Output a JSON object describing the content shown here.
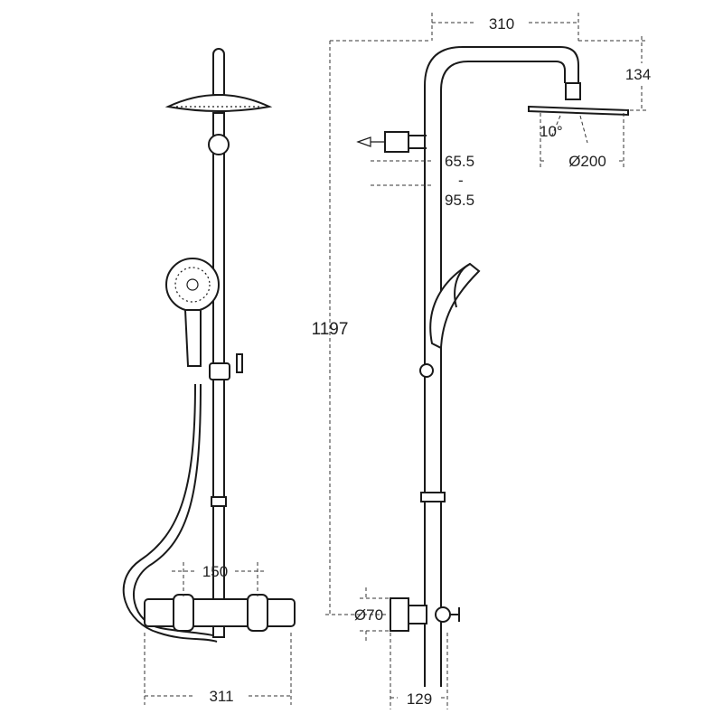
{
  "dimensions": {
    "arm_projection": "310",
    "head_drop": "134",
    "head_angle": "10°",
    "head_diameter": "Ø200",
    "bracket_min": "65.5",
    "bracket_sep": "-",
    "bracket_max": "95.5",
    "total_height": "1197",
    "inlet_centres": "150",
    "valve_diameter": "Ø70",
    "valve_width": "311",
    "wall_depth": "129"
  }
}
